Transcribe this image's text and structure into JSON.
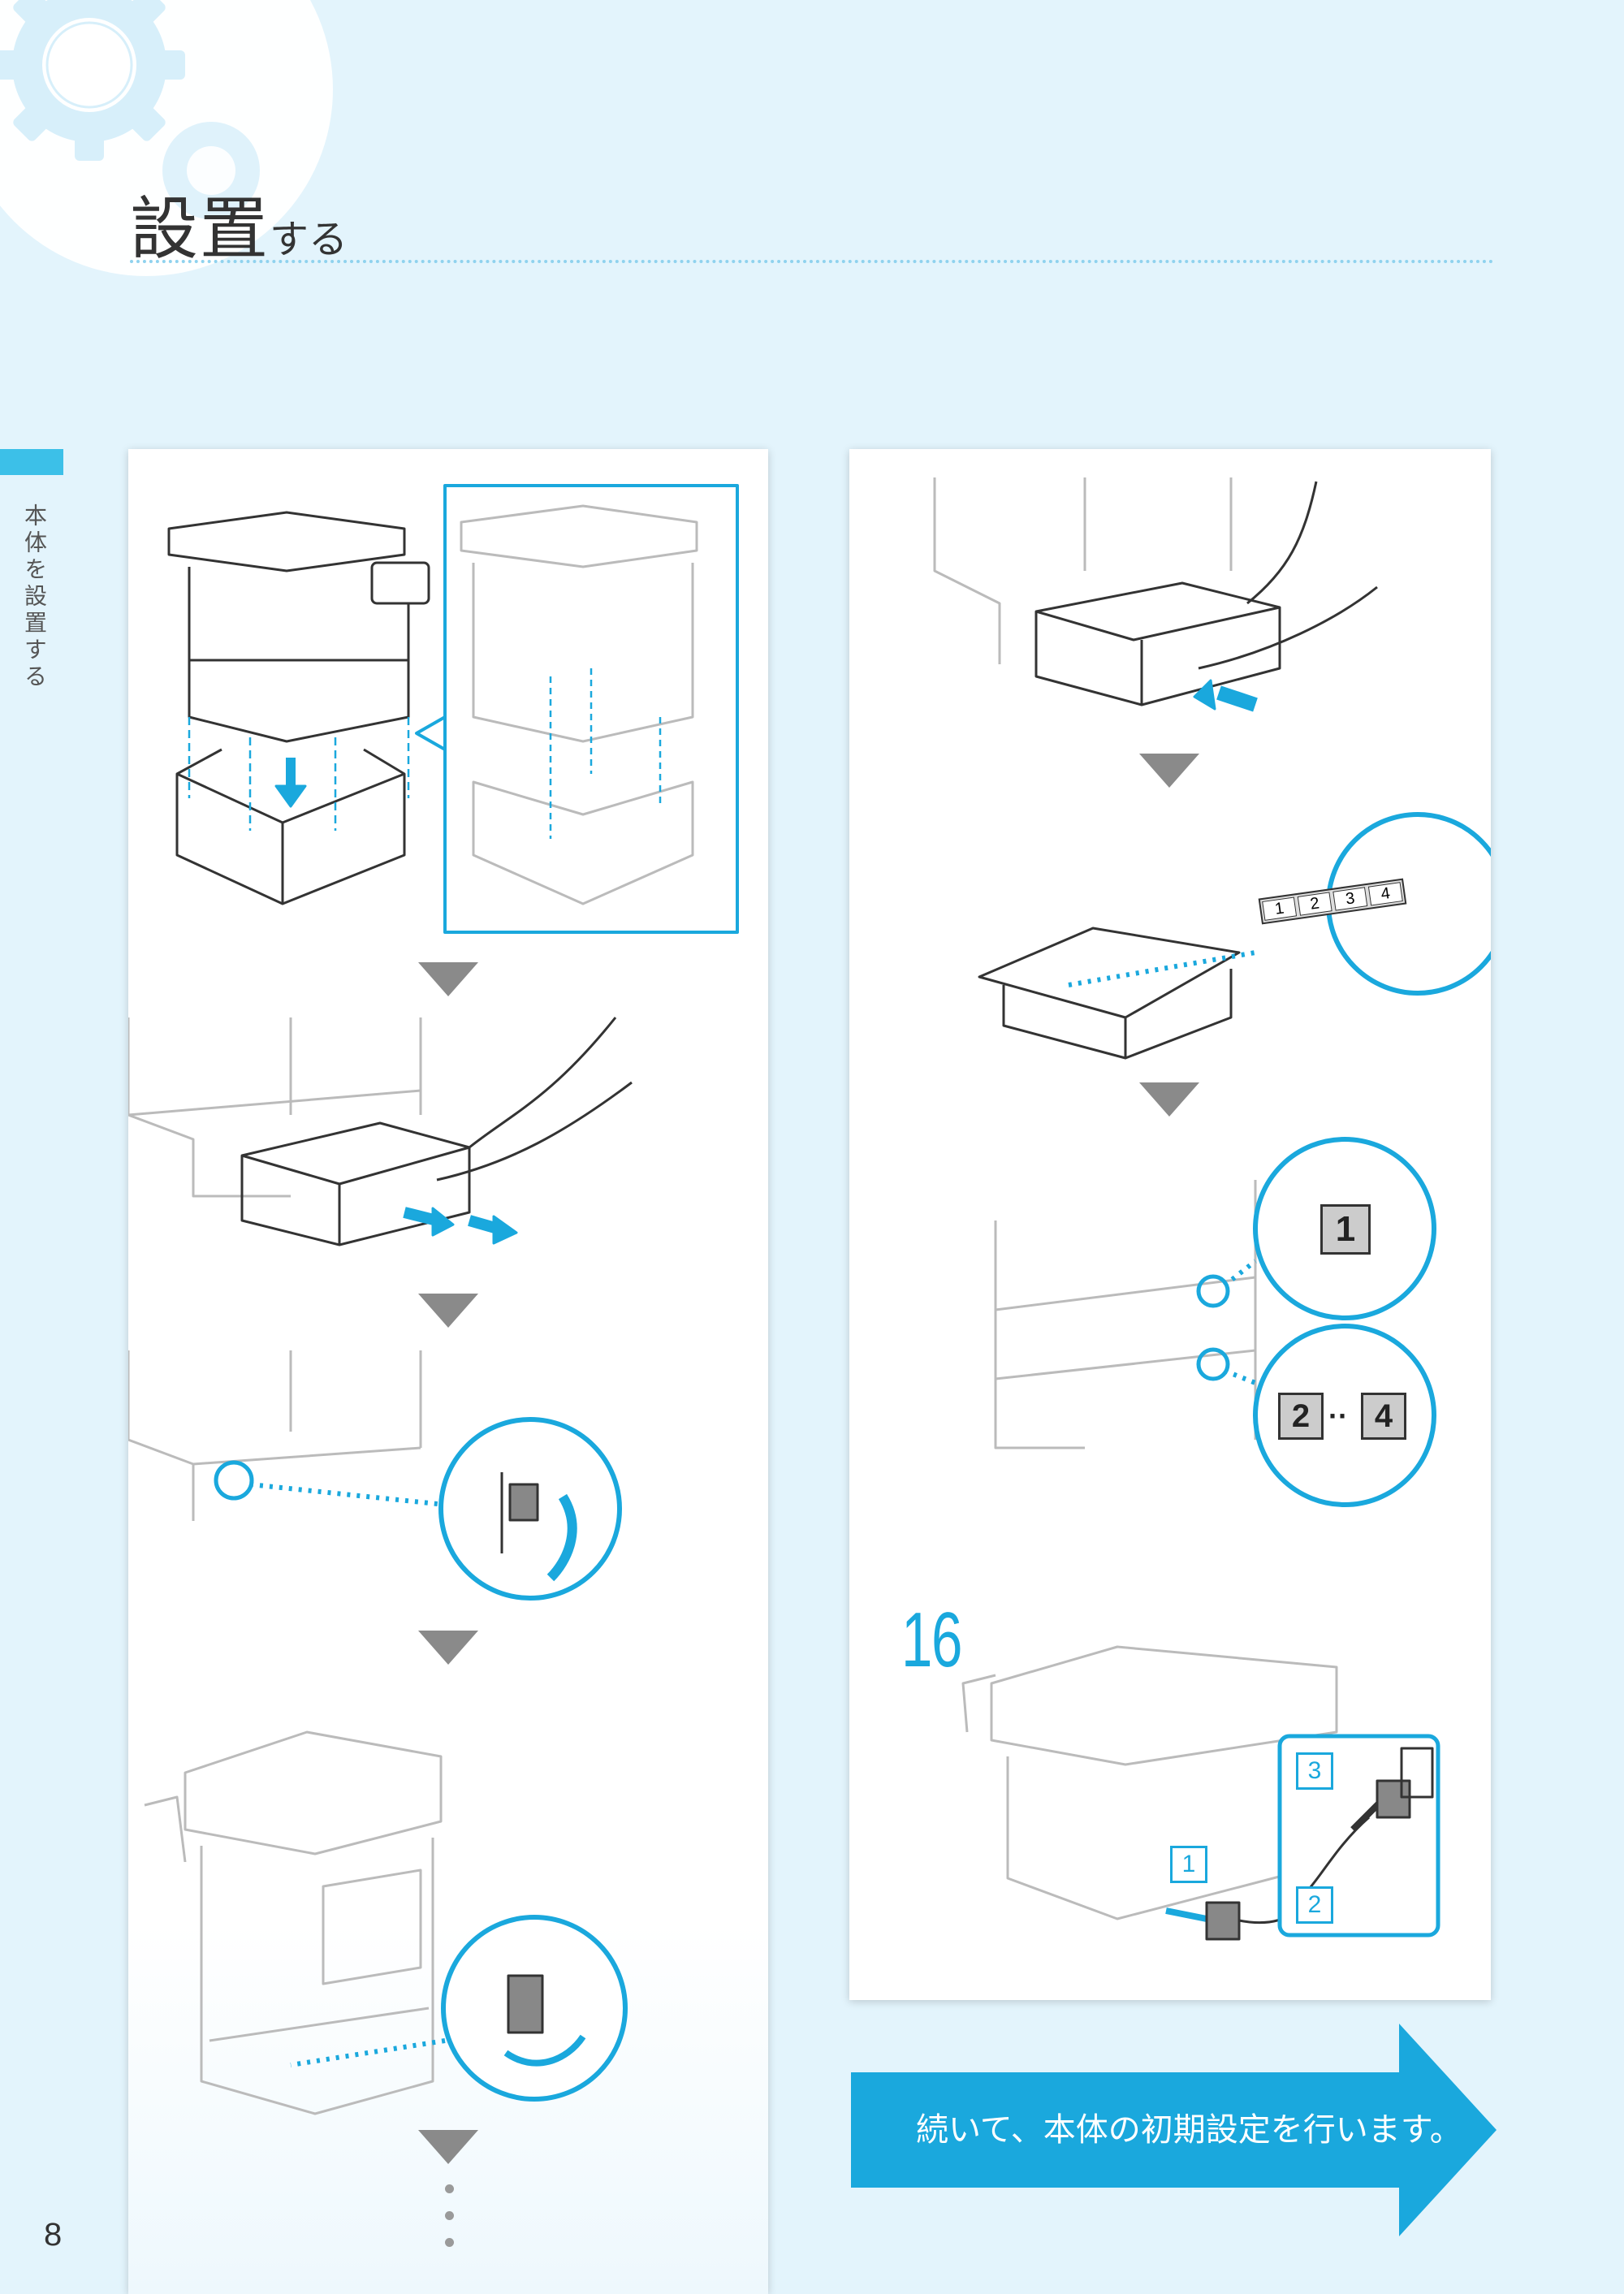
{
  "header": {
    "title_main": "設置",
    "title_suffix": "する"
  },
  "side_tab": {
    "label": "本体を設置する"
  },
  "right_panel": {
    "step_number": "16",
    "tray_labels": [
      "1",
      "2",
      "3",
      "4"
    ],
    "label_one": "1",
    "label_two": "2",
    "label_four": "4",
    "label_dots": "··",
    "power_steps": [
      "1",
      "2",
      "3"
    ]
  },
  "next": {
    "text": "続いて、本体の初期設定を行います。"
  },
  "page_number": "8",
  "colors": {
    "accent": "#1aa8dd",
    "background": "#e3f4fc",
    "panel": "#ffffff",
    "arrow": "#1aa8dd",
    "gray_triangle": "#8a8a8a"
  }
}
